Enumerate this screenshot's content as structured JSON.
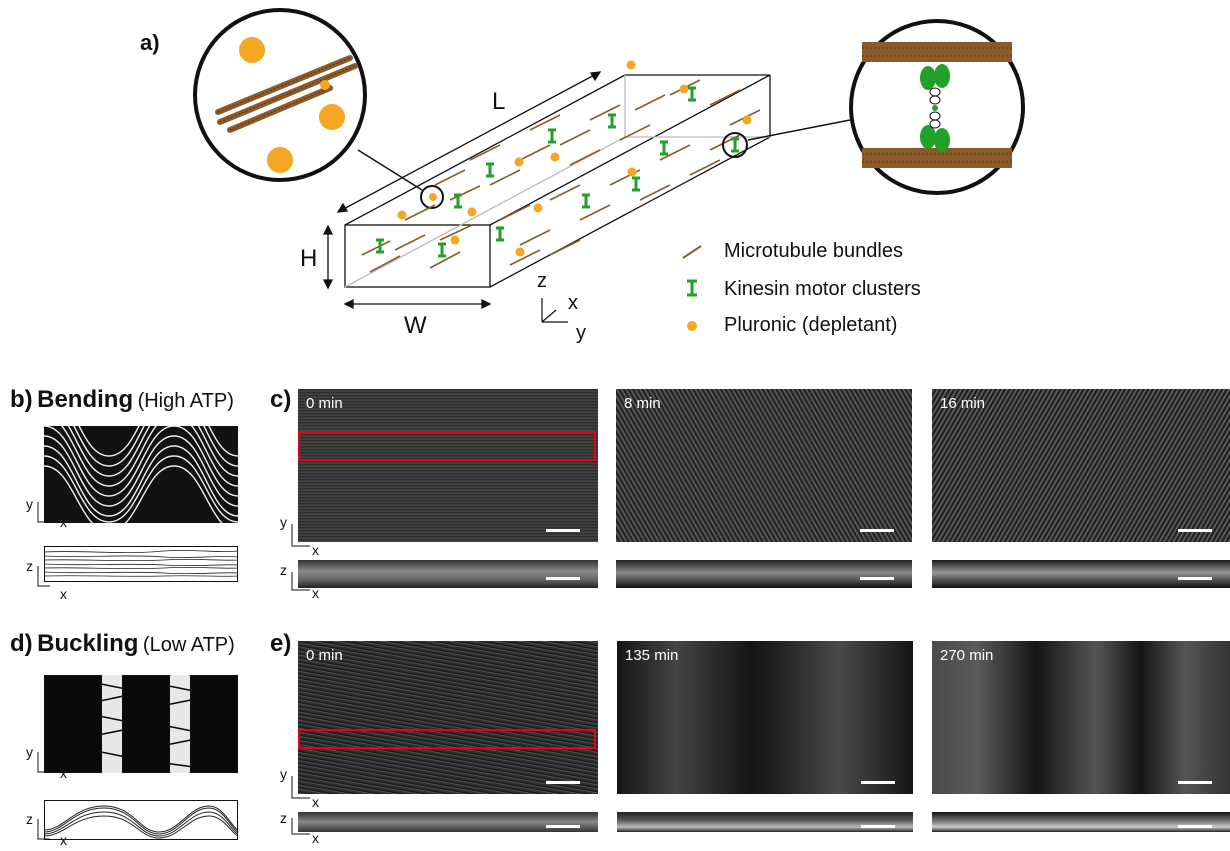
{
  "panel_a": {
    "letter": "a)",
    "dim_L": "L",
    "dim_H": "H",
    "dim_W": "W",
    "axis_z": "z",
    "axis_x": "x",
    "axis_y": "y",
    "legend": [
      {
        "label": "Microtubule bundles",
        "color": "#8b5a2b"
      },
      {
        "label": "Kinesin motor clusters",
        "color": "#22a12a"
      },
      {
        "label": "Pluronic (depletant)",
        "color": "#f5a623"
      }
    ]
  },
  "panel_b": {
    "letter": "b)",
    "title": "Bending",
    "subtitle": "(High ATP)",
    "top_axes": {
      "v": "y",
      "h": "x"
    },
    "bottom_axes": {
      "v": "z",
      "h": "x"
    }
  },
  "panel_c": {
    "letter": "c)",
    "times": [
      "0 min",
      "8 min",
      "16 min"
    ],
    "top_axes": {
      "v": "y",
      "h": "x"
    },
    "bottom_axes": {
      "v": "z",
      "h": "x"
    }
  },
  "panel_d": {
    "letter": "d)",
    "title": "Buckling",
    "subtitle": "(Low ATP)",
    "top_axes": {
      "v": "y",
      "h": "x"
    },
    "bottom_axes": {
      "v": "z",
      "h": "x"
    }
  },
  "panel_e": {
    "letter": "e)",
    "times": [
      "0 min",
      "135 min",
      "270 min"
    ],
    "top_axes": {
      "v": "y",
      "h": "x"
    },
    "bottom_axes": {
      "v": "z",
      "h": "x"
    }
  },
  "colors": {
    "microtubule": "#8b5a2b",
    "kinesin": "#22a12a",
    "pluronic": "#f5a623",
    "roi": "#e3001b"
  }
}
